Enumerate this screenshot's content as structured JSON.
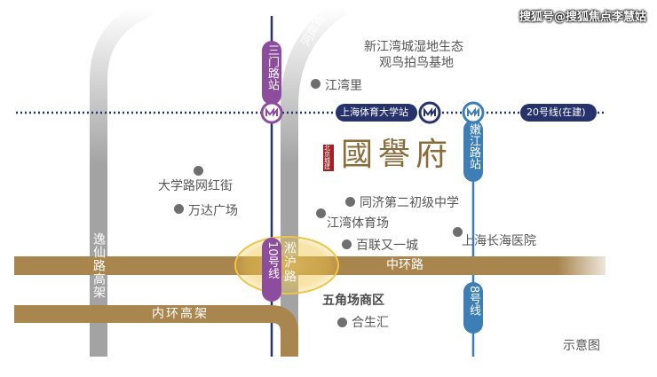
{
  "watermark": "搜狐号@搜狐焦点李慧姑",
  "colors": {
    "road_brown": "#a9864e",
    "road_grey": "#a3a3a3",
    "metro_purple": "#8d4d9e",
    "metro_navy": "#26326b",
    "metro_blue": "#3c7eb5",
    "highlight": "#f0c544"
  },
  "roads": {
    "yixian": "逸仙路高架",
    "songhu": "淞沪路",
    "zhonghuan": "中环路",
    "neihuan": "内环高架",
    "henan": "河南路"
  },
  "metro": {
    "line10_label": "10号线",
    "line8_label": "8号线",
    "line20_label": "20号线(在建)",
    "sanmen_station": "三门路站",
    "tiyu_station": "上海体育大学站",
    "nenjiang_station": "嫩江路站"
  },
  "project": {
    "tag": "北京城建",
    "name": "國譽府"
  },
  "pois": [
    {
      "id": "wetland",
      "label_line1": "新江湾城湿地生态",
      "label_line2": "观鸟拍鸟基地"
    },
    {
      "id": "jiangwanli",
      "label": "江湾里"
    },
    {
      "id": "daxue",
      "label": "大学路网红街"
    },
    {
      "id": "wanda",
      "label": "万达广场"
    },
    {
      "id": "tongji",
      "label": "同济第二初级中学"
    },
    {
      "id": "stadium",
      "label": "江湾体育场"
    },
    {
      "id": "bailian",
      "label": "百联又一城"
    },
    {
      "id": "changhai",
      "label": "上海长海医院"
    },
    {
      "id": "wujiaochang",
      "label": "五角场商区"
    },
    {
      "id": "heshenghui",
      "label": "合生汇"
    }
  ],
  "note": "示意图",
  "icon_names": [
    "metro-logo-icon"
  ]
}
